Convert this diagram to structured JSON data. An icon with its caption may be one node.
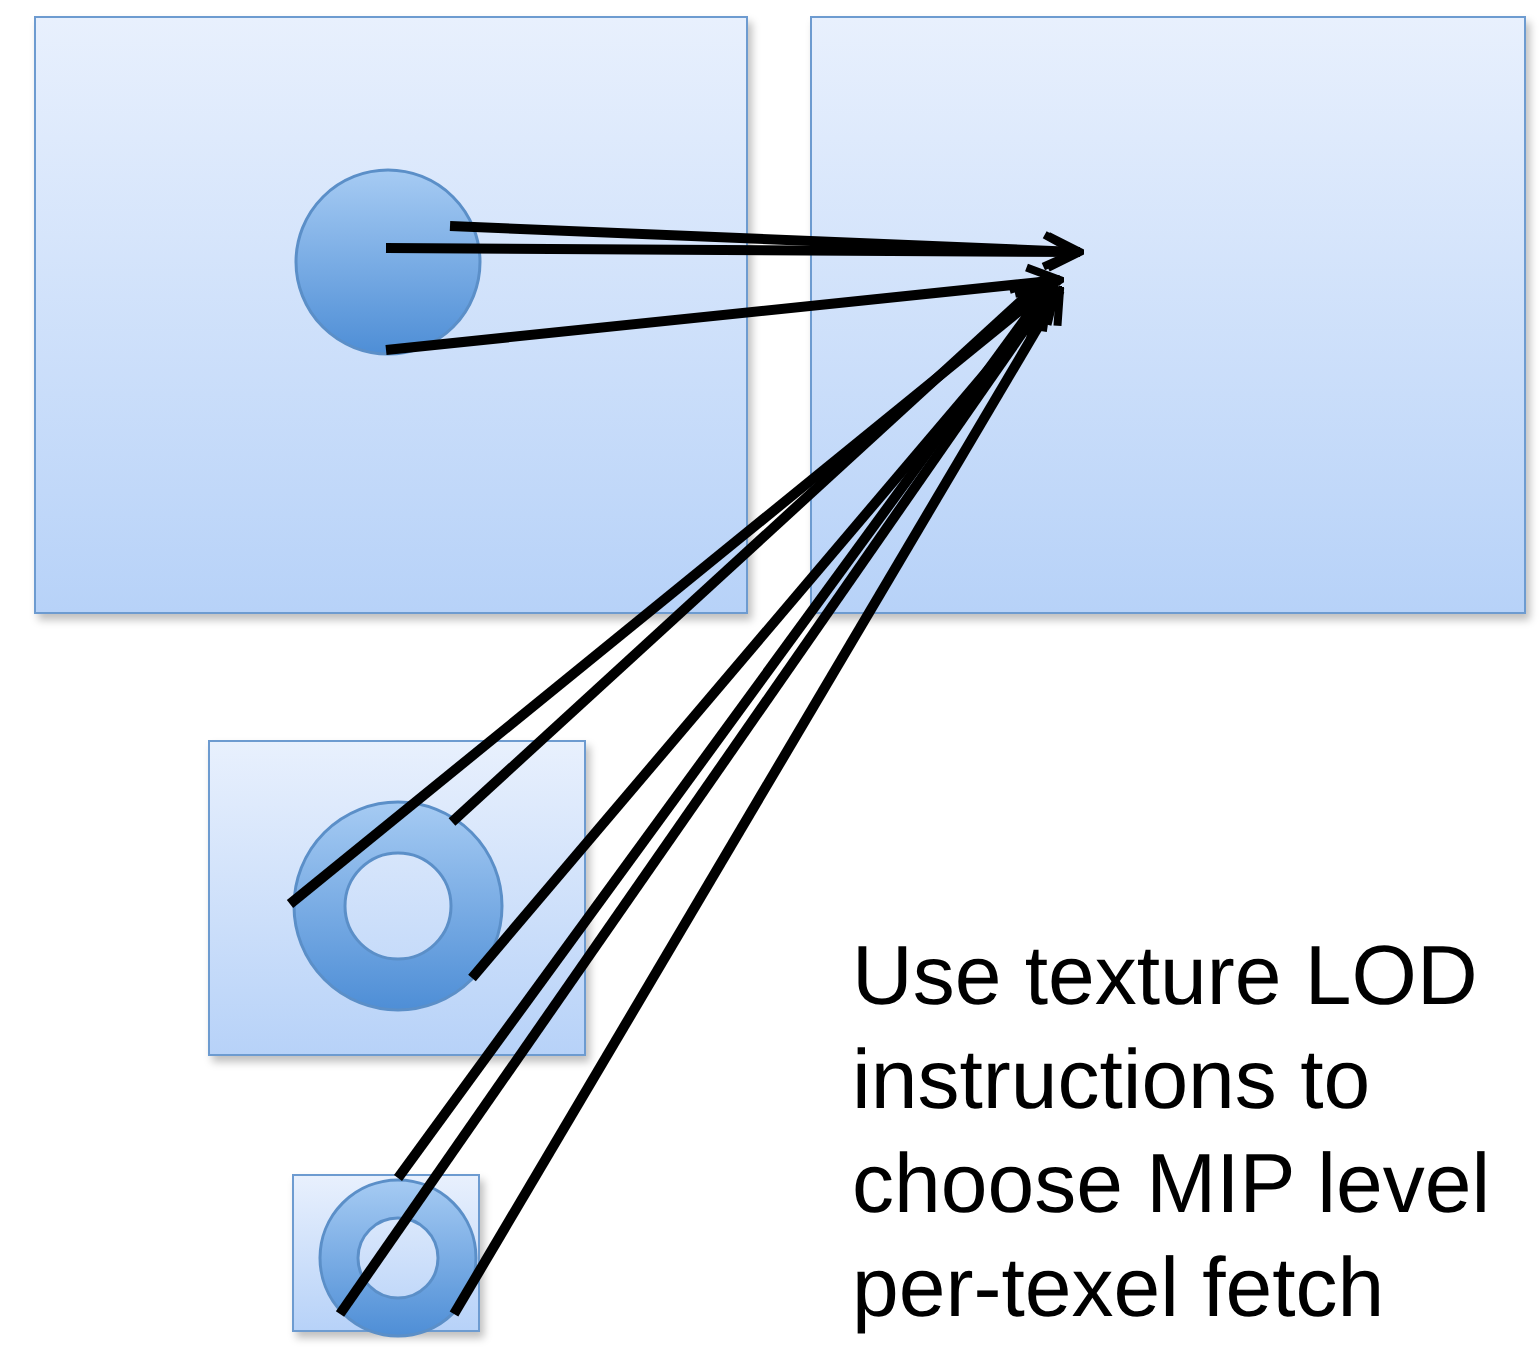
{
  "diagram": {
    "nodes": [
      {
        "text": [],
        "shape": "box"
      },
      {
        "text": [],
        "shape": "box"
      },
      {
        "text": [],
        "shape": "circle",
        "in": 0
      },
      {
        "text": [],
        "shape": "box"
      },
      {
        "text": [],
        "shape": "ring",
        "in": 3
      },
      {
        "text": [],
        "shape": "box"
      },
      {
        "text": [],
        "shape": "ring",
        "in": 5
      }
    ],
    "edges": [
      {
        "from": 2,
        "to": 1,
        "arrow": "to"
      },
      {
        "from": 2,
        "to": 1,
        "arrow": "to"
      },
      {
        "from": 2,
        "to": 1,
        "arrow": "to"
      },
      {
        "from": 4,
        "to": 1,
        "arrow": "to"
      },
      {
        "from": 4,
        "to": 1,
        "arrow": "to"
      },
      {
        "from": 4,
        "to": 1,
        "arrow": "to"
      },
      {
        "from": 6,
        "to": 1,
        "arrow": "to"
      },
      {
        "from": 6,
        "to": 1,
        "arrow": "to"
      },
      {
        "from": 6,
        "to": 1,
        "arrow": "to"
      }
    ],
    "labels": [
      "Use texture LOD instructions to choose MIP level per-texel fetch"
    ]
  }
}
